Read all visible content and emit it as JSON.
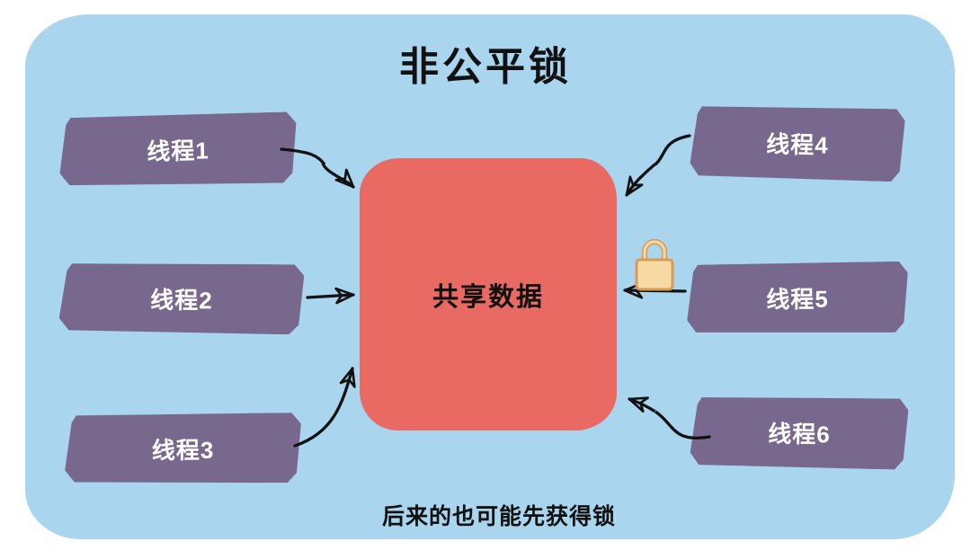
{
  "title": "非公平锁",
  "caption": "后来的也可能先获得锁",
  "center_box": {
    "label": "共享数据"
  },
  "threads": [
    {
      "id": "thread-1",
      "label": "线程1"
    },
    {
      "id": "thread-2",
      "label": "线程2"
    },
    {
      "id": "thread-3",
      "label": "线程3"
    },
    {
      "id": "thread-4",
      "label": "线程4"
    },
    {
      "id": "thread-5",
      "label": "线程5"
    },
    {
      "id": "thread-6",
      "label": "线程6"
    }
  ],
  "icons": {
    "lock": "padlock-icon"
  },
  "colors": {
    "page_background": "#ffffff",
    "panel_background": "#a9d5ee",
    "thread_box": "#78688d",
    "thread_text": "#ffffff",
    "center_box": "#e96a62",
    "arrow": "#111111",
    "lock_fill": "#f7d9a5",
    "lock_stroke": "#d89b51",
    "text": "#111111"
  }
}
